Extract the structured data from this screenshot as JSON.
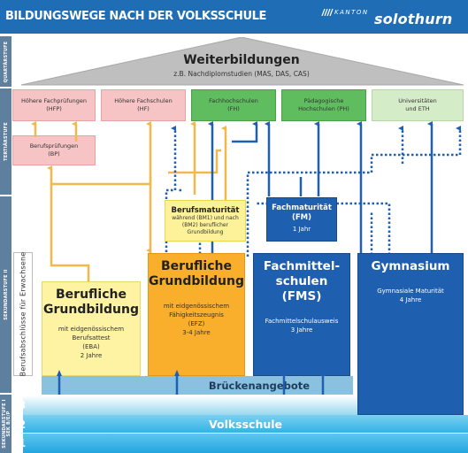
{
  "header": {
    "title": "BILDUNGSWEGE NACH DER VOLKSSCHULE",
    "logo_kanton": "KANTON",
    "logo_name": "solothurn"
  },
  "levels": {
    "quartaer": "QUARTÄRSTUFE",
    "tertiaer": "TERTIÄRSTUFE",
    "sek2": "SEKUNDARSTUFE II",
    "sek1": "SEKUNDARSTUFE I",
    "sek1_sub": "SEK B/E/P",
    "erwachsene": "Berufsabschlüsse für Erwachsene"
  },
  "weiterbildungen": {
    "title": "Weiterbildungen",
    "subtitle": "z.B. Nachdiplomstudien (MAS, DAS, CAS)"
  },
  "tertiary": {
    "hfp": {
      "line1": "Höhere Fachprüfungen",
      "line2": "(HFP)"
    },
    "hf": {
      "line1": "Höhere Fachschulen",
      "line2": "(HF)"
    },
    "fh": {
      "line1": "Fachhochschulen",
      "line2": "(FH)"
    },
    "ph": {
      "line1": "Pädagogische",
      "line2": "Hochschulen (PH)"
    },
    "uni": {
      "line1": "Universitäten",
      "line2": "und ETH"
    },
    "bp": {
      "line1": "Berufsprüfungen",
      "line2": "(BP)"
    }
  },
  "berufsmaturitaet": {
    "title": "Berufsmaturität",
    "line1": "während (BM1) und nach",
    "line2": "(BM2) beruflicher",
    "line3": "Grundbildung"
  },
  "fachmaturitaet": {
    "title1": "Fachmaturität",
    "title2": "(FM)",
    "duration": "1 Jahr"
  },
  "eba": {
    "title1": "Berufliche",
    "title2": "Grundbildung",
    "line1": "mit eidgenössischem",
    "line2": "Berufsattest",
    "line3": "(EBA)",
    "duration": "2 Jahre"
  },
  "efz": {
    "title1": "Berufliche",
    "title2": "Grundbildung",
    "line1": "mit eidgenössischem",
    "line2": "Fähigkeitszeugnis",
    "line3": "(EFZ)",
    "duration": "3-4 Jahre"
  },
  "fms": {
    "title1": "Fachmittel-",
    "title2": "schulen (FMS)",
    "line1": "Fachmittelschulausweis",
    "duration": "3 Jahre"
  },
  "gymnasium": {
    "title": "Gymnasium",
    "line1": "Gymnasiale Maturität",
    "duration": "4 Jahre"
  },
  "brueckenangebote": "Brückenangebote",
  "volksschule": "Volksschule",
  "school_years": [
    "3",
    "2",
    "1"
  ],
  "colors": {
    "header_blue": "#1f6db5",
    "pink": "#f6c4c4",
    "green": "#5fbd5f",
    "light_green": "#d5ecc8",
    "yellow_light": "#fdf29a",
    "orange": "#f9ae2c",
    "blue_dark": "#1f5fb0",
    "bruecken": "#89c1df",
    "volksschule": "#33b3e6"
  }
}
